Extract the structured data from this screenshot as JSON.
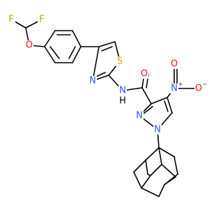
{
  "colors": {
    "bond": "#000000",
    "fluorine": "#8fbf00",
    "oxygen": "#ff0d0d",
    "sulfur": "#c8a800",
    "nitrogen": "#3050f8",
    "hydrogen": "#000000"
  },
  "atoms": {
    "f1": "F",
    "f2": "F",
    "o_ether": "O",
    "s_thiazole": "S",
    "n_thiazole": "N",
    "nh_n": "N",
    "nh_h": "H",
    "o_amide": "O",
    "n_nitro": "N",
    "n_nitro_charge": "+",
    "o_nitro_minus": "O",
    "o_nitro_minus_charge": "−",
    "o_nitro": "O",
    "n_pyrazole_2": "N",
    "n_pyrazole_1": "N"
  }
}
